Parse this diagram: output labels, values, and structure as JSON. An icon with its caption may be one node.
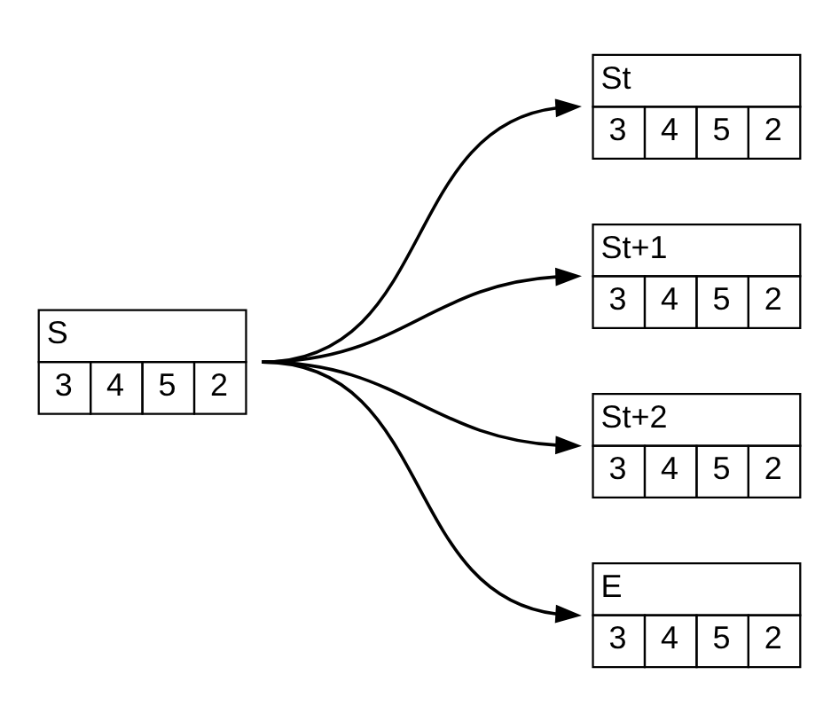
{
  "diagram": {
    "nodes": [
      {
        "text": [
          "S",
          "3",
          "4",
          "5",
          "2"
        ]
      },
      {
        "text": [
          "St",
          "3",
          "4",
          "5",
          "2"
        ]
      },
      {
        "text": [
          "St+1",
          "3",
          "4",
          "5",
          "2"
        ]
      },
      {
        "text": [
          "St+2",
          "3",
          "4",
          "5",
          "2"
        ]
      },
      {
        "text": [
          "E",
          "3",
          "4",
          "5",
          "2"
        ]
      }
    ],
    "edges": [
      {
        "from": 0,
        "to": 1,
        "arrow": "to"
      },
      {
        "from": 0,
        "to": 2,
        "arrow": "to"
      },
      {
        "from": 0,
        "to": 3,
        "arrow": "to"
      },
      {
        "from": 0,
        "to": 4,
        "arrow": "to"
      }
    ]
  }
}
